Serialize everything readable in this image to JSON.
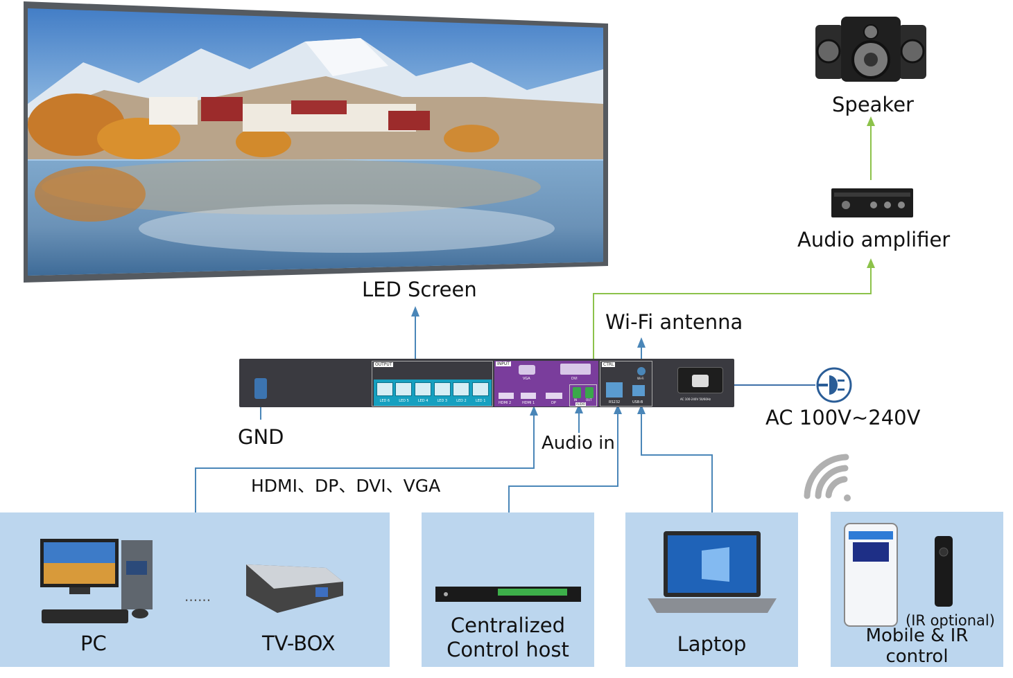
{
  "top": {
    "led_screen": "LED Screen",
    "speaker": "Speaker",
    "audio_amplifier": "Audio amplifier",
    "wifi_antenna": "Wi-Fi antenna",
    "gnd": "GND",
    "power": "AC 100V~240V",
    "audio_in": "Audio in",
    "video_inputs": "HDMI、DP、DVI、VGA"
  },
  "device": {
    "output_tag": "OUTPUT",
    "input_tag": "INPUT",
    "ctrl_tag": "CTRL",
    "led_ports": [
      "LED 6",
      "LED 5",
      "LED 4",
      "LED 3",
      "LED 2",
      "LED 1"
    ],
    "vga": "VGA",
    "dvi": "DVI",
    "hdmi2": "HDMI 2",
    "hdmi1": "HDMI 1",
    "dp": "DP",
    "audio_tag": "AUDIO",
    "audio_in": "IN",
    "audio_out": "OUT",
    "wifi": "Wi-Fi",
    "rs232": "RS232",
    "usbb": "USB-B",
    "ac_rating": "AC 100-240V 50/60Hz"
  },
  "panels": {
    "pc": "PC",
    "ellipsis": "......",
    "tvbox": "TV-BOX",
    "central_line1": "Centralized",
    "central_line2": "Control host",
    "laptop": "Laptop",
    "ir_optional": "(IR optional)",
    "mobile_line1": "Mobile & IR",
    "mobile_line2": "control"
  },
  "colors": {
    "panel": "#bcd6ee",
    "video_line": "#4a86b8",
    "audio_line": "#8cc24a",
    "device_body": "#3a3a40",
    "output_block": "#16a0c0",
    "input_block": "#7a3d9c"
  }
}
